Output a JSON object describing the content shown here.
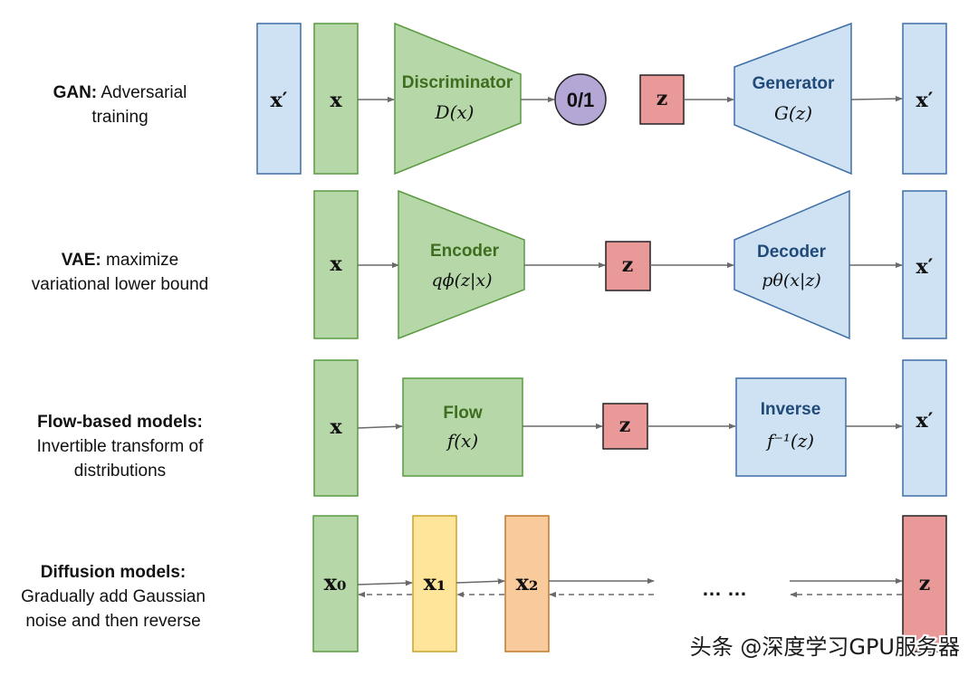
{
  "rows": {
    "gan": {
      "label_bold": "GAN:",
      "label_rest": " Adversarial",
      "label_line2": "training",
      "input_prime": "x′",
      "input": "x",
      "discriminator_title": "Discriminator",
      "discriminator_formula": "D(x)",
      "output": "0/1",
      "latent": "z",
      "generator_title": "Generator",
      "generator_formula": "G(z)",
      "output_prime": "x′"
    },
    "vae": {
      "label_bold": "VAE:",
      "label_rest": " maximize",
      "label_line2": "variational lower bound",
      "input": "x",
      "encoder_title": "Encoder",
      "encoder_formula": "qϕ(z|x)",
      "latent": "z",
      "decoder_title": "Decoder",
      "decoder_formula": "pθ(x|z)",
      "output_prime": "x′"
    },
    "flow": {
      "label_bold": "Flow-based models:",
      "label_line2": "Invertible transform of",
      "label_line3": "distributions",
      "input": "x",
      "flow_title": "Flow",
      "flow_formula": "f(x)",
      "latent": "z",
      "inverse_title": "Inverse",
      "inverse_formula": "f⁻¹(z)",
      "output_prime": "x′"
    },
    "diffusion": {
      "label_bold": "Diffusion models:",
      "label_line2": "Gradually add Gaussian",
      "label_line3": "noise and then reverse",
      "x0": "x₀",
      "x1": "x₁",
      "x2": "x₂",
      "ellipsis": "… …",
      "latent": "z"
    }
  },
  "colors": {
    "green_fill": "#b6d7a8",
    "blue_fill": "#cfe2f3",
    "red_fill": "#ea9999",
    "purple_fill": "#b4a7d6",
    "yellow_fill": "#ffe599",
    "orange_fill": "#f9cb9c"
  },
  "watermark": "头条 @深度学习GPU服务器"
}
